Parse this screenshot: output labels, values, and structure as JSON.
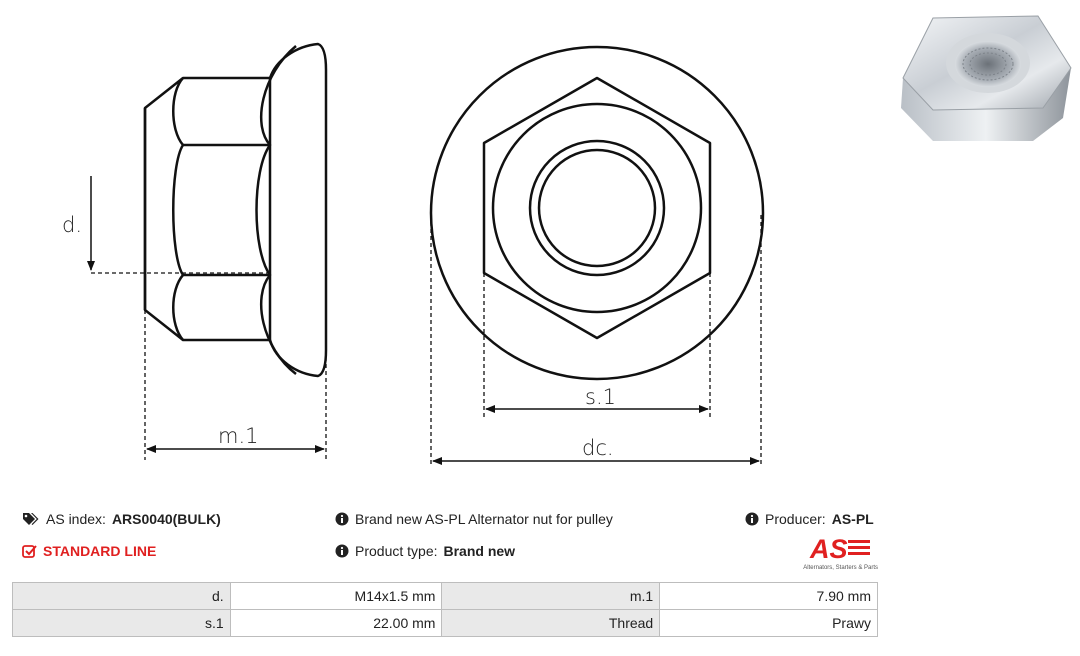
{
  "drawing": {
    "labels": {
      "d": "d.",
      "m1": "m.1",
      "s1": "s.1",
      "dc": "dc."
    }
  },
  "info": {
    "as_index_label": "AS index:",
    "as_index_value": "ARS0040(BULK)",
    "standard_line": "STANDARD LINE",
    "description": "Brand new AS-PL Alternator nut for pulley",
    "product_type_label": "Product type:",
    "product_type_value": "Brand new",
    "producer_label": "Producer:",
    "producer_value": "AS-PL",
    "logo_text": "AS",
    "logo_tagline": "Alternators, Starters & Parts"
  },
  "specs": {
    "rows": [
      {
        "label1": "d.",
        "value1": "M14x1.5 mm",
        "label2": "m.1",
        "value2": "7.90 mm"
      },
      {
        "label1": "s.1",
        "value1": "22.00 mm",
        "label2": "Thread",
        "value2": "Prawy"
      }
    ]
  },
  "colors": {
    "accent_red": "#e02020",
    "label_bg": "#e9e9e9",
    "border": "#bdbdbd"
  },
  "icons": [
    "tags-icon",
    "check-square-icon",
    "info-circle-icon"
  ]
}
